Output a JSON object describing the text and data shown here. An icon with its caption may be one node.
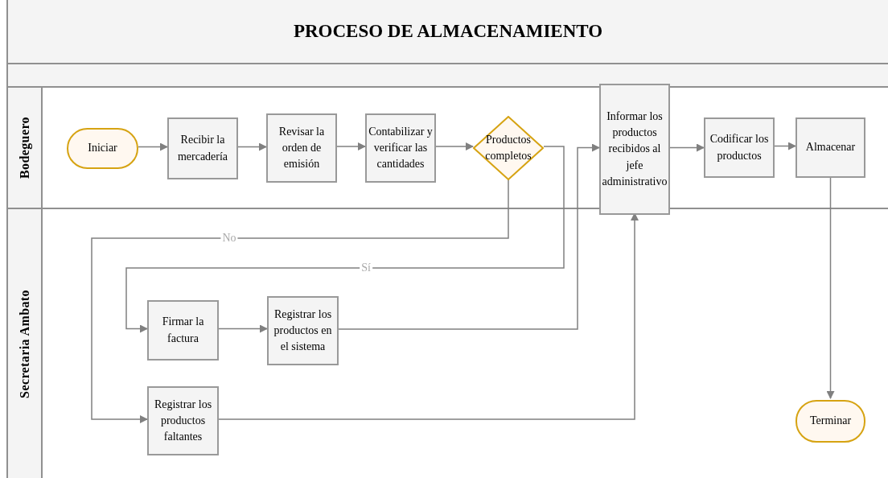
{
  "diagram": {
    "title": "PROCESO DE ALMACENAMIENTO",
    "nodes": [
      {
        "text": [
          "Bodeguero"
        ]
      },
      {
        "text": [
          "Iniciar"
        ],
        "in": 0
      },
      {
        "text": [
          "Recibir la mercadería"
        ],
        "in": 0
      },
      {
        "text": [
          "Revisar la orden de emisión"
        ],
        "in": 0
      },
      {
        "text": [
          "Contabilizar y verificar las cantidades"
        ],
        "in": 0
      },
      {
        "text": [
          "Productos completos"
        ],
        "in": 0
      },
      {
        "text": [
          "Informar los productos recibidos al jefe administrativo"
        ],
        "in": 0
      },
      {
        "text": [
          "Codificar los productos"
        ],
        "in": 0
      },
      {
        "text": [
          "Almacenar"
        ],
        "in": 0
      },
      {
        "text": [
          "Secretaria Ambato"
        ]
      },
      {
        "text": [
          "Firmar la factura"
        ],
        "in": 9
      },
      {
        "text": [
          "Registrar los productos en el sistema"
        ],
        "in": 9
      },
      {
        "text": [
          "Registrar los productos faltantes"
        ],
        "in": 9
      },
      {
        "text": [
          "Terminar"
        ],
        "in": 9
      }
    ],
    "edges": [
      {
        "from": 1,
        "to": 2,
        "arrow": "to"
      },
      {
        "from": 2,
        "to": 3,
        "arrow": "to"
      },
      {
        "from": 3,
        "to": 4,
        "arrow": "to"
      },
      {
        "from": 4,
        "to": 5,
        "arrow": "to"
      },
      {
        "from": 5,
        "to": 12,
        "arrow": "to",
        "label": "No"
      },
      {
        "from": 5,
        "to": 10,
        "arrow": "to",
        "label": "Sí"
      },
      {
        "from": 10,
        "to": 11,
        "arrow": "to"
      },
      {
        "from": 11,
        "to": 6,
        "arrow": "to"
      },
      {
        "from": 12,
        "to": 6,
        "arrow": "to"
      },
      {
        "from": 6,
        "to": 7,
        "arrow": "to"
      },
      {
        "from": 7,
        "to": 8,
        "arrow": "to"
      },
      {
        "from": 8,
        "to": 13,
        "arrow": "to"
      }
    ]
  }
}
